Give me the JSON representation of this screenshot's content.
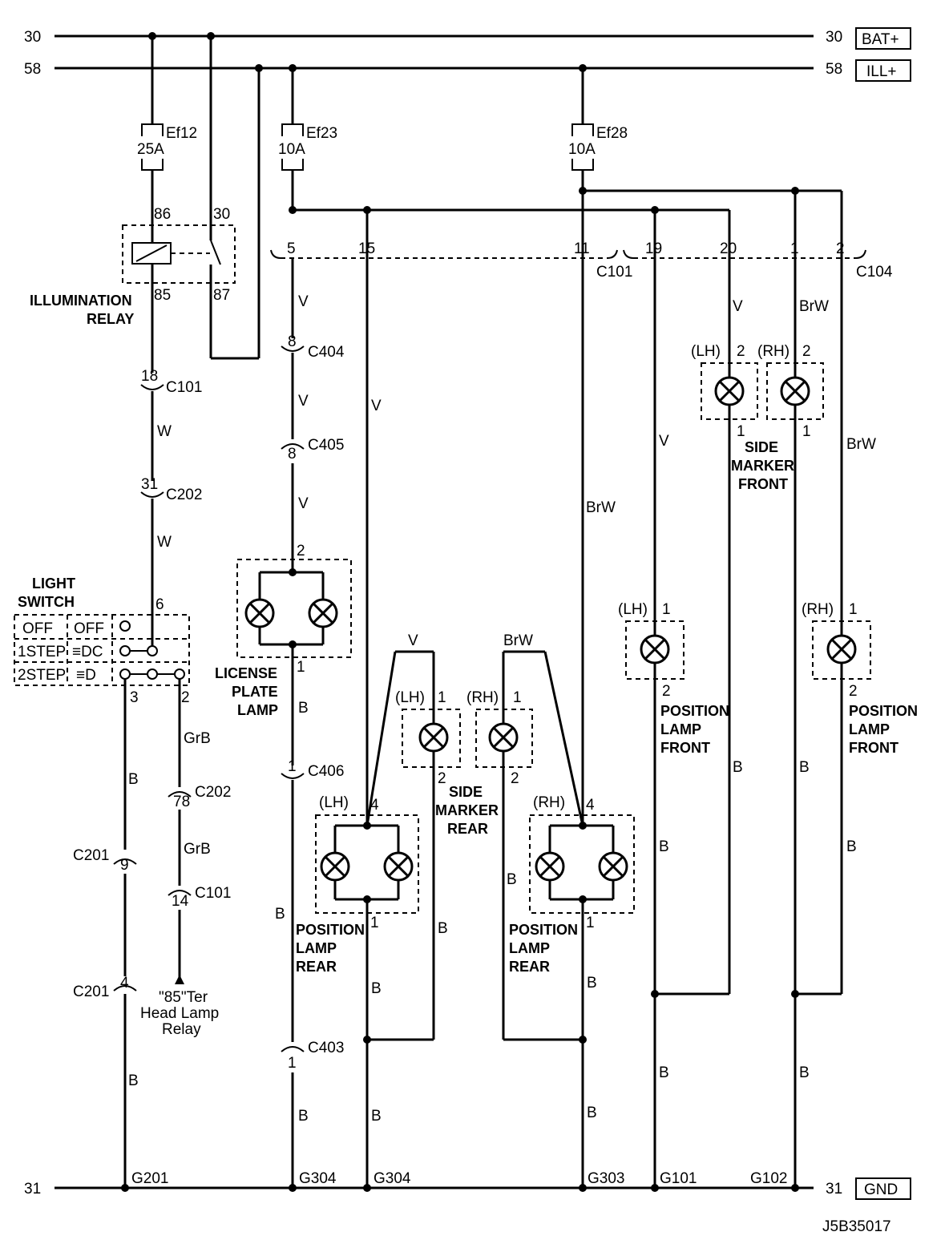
{
  "rails": {
    "r30_left": "30",
    "r30_right": "30",
    "bat": "BAT+",
    "r58_left": "58",
    "r58_right": "58",
    "ill": "ILL+",
    "r31_left": "31",
    "r31_right": "31",
    "gnd": "GND"
  },
  "fuses": {
    "ef12_name": "Ef12",
    "ef12_rating": "25A",
    "ef23_name": "Ef23",
    "ef23_rating": "10A",
    "ef28_name": "Ef28",
    "ef28_rating": "10A"
  },
  "relay": {
    "pin86": "86",
    "pin30": "30",
    "pin85": "85",
    "pin87": "87",
    "title_line1": "ILLUMINATION",
    "title_line2": "RELAY"
  },
  "connectors": {
    "c101": "C101",
    "c104": "C104",
    "c202": "C202",
    "c201": "C201",
    "c404": "C404",
    "c405": "C405",
    "c406": "C406",
    "c403": "C403"
  },
  "pins": {
    "p5": "5",
    "p15": "15",
    "p11": "11",
    "p19": "19",
    "p20": "20",
    "p1": "1",
    "p2": "2",
    "p18": "18",
    "p31": "31",
    "p8a": "8",
    "p8b": "8",
    "p1_c406": "1",
    "p1_c403": "1",
    "p78": "78",
    "p14": "14",
    "p9": "9",
    "p4_c201": "4",
    "sw6": "6",
    "sw3": "3",
    "sw2": "2",
    "lic2": "2",
    "lic1": "1",
    "plr_lh4": "4",
    "plr_lh1": "1",
    "plr_rh4": "4",
    "plr_rh1": "1",
    "smr_lh1": "1",
    "smr_lh2": "2",
    "smr_rh1": "1",
    "smr_rh2": "2",
    "smf_lh2": "2",
    "smf_lh1": "1",
    "smf_rh2": "2",
    "smf_rh1": "1",
    "plf_lh1": "1",
    "plf_lh2": "2",
    "plf_rh1": "1",
    "plf_rh2": "2"
  },
  "wire_colors": {
    "w1": "W",
    "w2": "W",
    "v1": "V",
    "v2": "V",
    "v3": "V",
    "v4": "V",
    "v5": "V",
    "v6": "V",
    "v7": "V",
    "brw1": "BrW",
    "brw2": "BrW",
    "brw3": "BrW",
    "brw4": "BrW",
    "grb1": "GrB",
    "grb2": "GrB",
    "b_sw": "B",
    "b_sw2": "B",
    "b_lic": "B",
    "b_lic2": "B",
    "b_lic3": "B",
    "b_plr_lh": "B",
    "b_plr_lh2": "B",
    "b_smr_lh": "B",
    "b_plr_rh_l": "B",
    "b_plr_rh": "B",
    "b_plr_rh2": "B",
    "b_smf_lh": "B",
    "b_smf_rh": "B",
    "b_plf_lh": "B",
    "b_plf_lh2": "B",
    "b_plf_rh": "B",
    "b_plf_rh2": "B"
  },
  "switch": {
    "title_line1": "LIGHT",
    "title_line2": "SWITCH",
    "row1": "OFF",
    "row1b": "OFF",
    "row2": "1STEP",
    "row3": "2STEP"
  },
  "components": {
    "license_l1": "LICENSE",
    "license_l2": "PLATE",
    "license_l3": "LAMP",
    "plr_l1": "POSITION",
    "plr_l2": "LAMP",
    "plr_l3": "REAR",
    "plr2_l1": "POSITION",
    "plr2_l2": "LAMP",
    "plr2_l3": "REAR",
    "smr_l1": "SIDE",
    "smr_l2": "MARKER",
    "smr_l3": "REAR",
    "smf_l1": "SIDE",
    "smf_l2": "MARKER",
    "smf_l3": "FRONT",
    "plf_l1": "POSITION",
    "plf_l2": "LAMP",
    "plf_l3": "FRONT",
    "plf2_l1": "POSITION",
    "plf2_l2": "LAMP",
    "plf2_l3": "FRONT",
    "lh": "(LH)",
    "rh": "(RH)",
    "relay_ref_l1": "\"85\"Ter",
    "relay_ref_l2": "Head Lamp",
    "relay_ref_l3": "Relay"
  },
  "grounds": {
    "g201": "G201",
    "g304a": "G304",
    "g304b": "G304",
    "g303": "G303",
    "g101": "G101",
    "g102": "G102"
  },
  "diagram_id": "J5B35017"
}
